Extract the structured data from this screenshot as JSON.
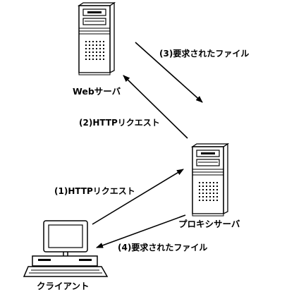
{
  "nodes": {
    "web_server": {
      "label": "Webサーバ",
      "icon": "server-tower-icon"
    },
    "proxy_server": {
      "label": "プロキシサーバ",
      "icon": "server-tower-icon"
    },
    "client": {
      "label": "クライアント",
      "icon": "desktop-computer-icon"
    }
  },
  "edges": {
    "step1": {
      "label": "(1)HTTPリクエスト",
      "from": "client",
      "to": "proxy_server"
    },
    "step2": {
      "label": "(2)HTTPリクエスト",
      "from": "proxy_server",
      "to": "web_server"
    },
    "step3": {
      "label": "(3)要求されたファイル",
      "from": "web_server",
      "to": "proxy_server"
    },
    "step4": {
      "label": "(4)要求されたファイル",
      "from": "proxy_server",
      "to": "client"
    }
  },
  "colors": {
    "stroke": "#000000",
    "background": "#ffffff",
    "device_fill": "#ffffff"
  }
}
